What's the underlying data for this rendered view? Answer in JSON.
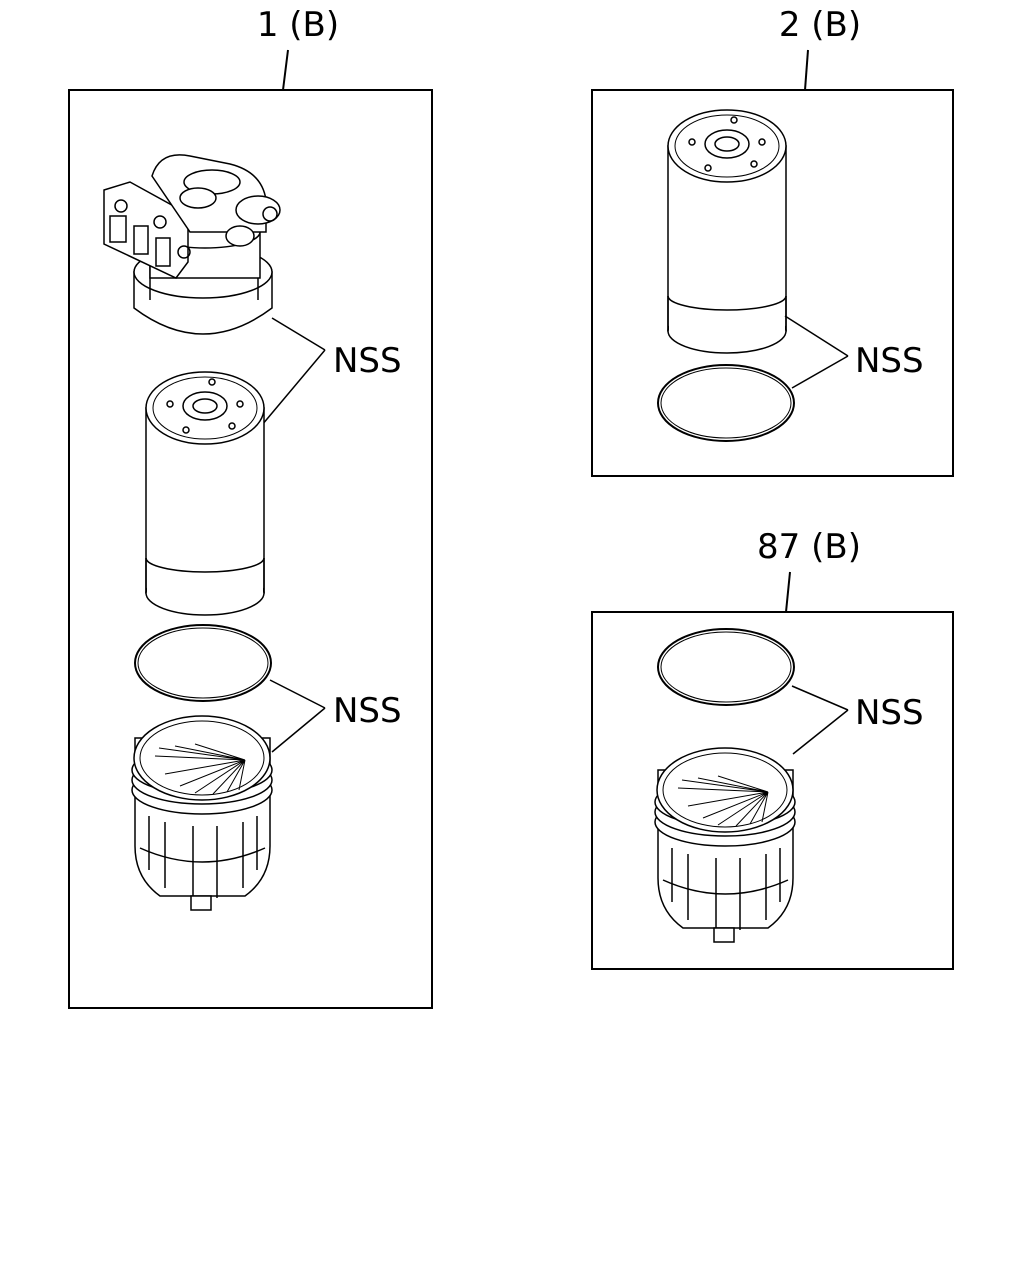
{
  "groups": [
    {
      "id": "group-1",
      "label": "1 (B)"
    },
    {
      "id": "group-2",
      "label": "2 (B)"
    },
    {
      "id": "group-87",
      "label": "87 (B)"
    }
  ],
  "callouts": [
    {
      "id": "callout-1-head",
      "text": "NSS"
    },
    {
      "id": "callout-1-bowl",
      "text": "NSS"
    },
    {
      "id": "callout-2",
      "text": "NSS"
    },
    {
      "id": "callout-87",
      "text": "NSS"
    }
  ]
}
